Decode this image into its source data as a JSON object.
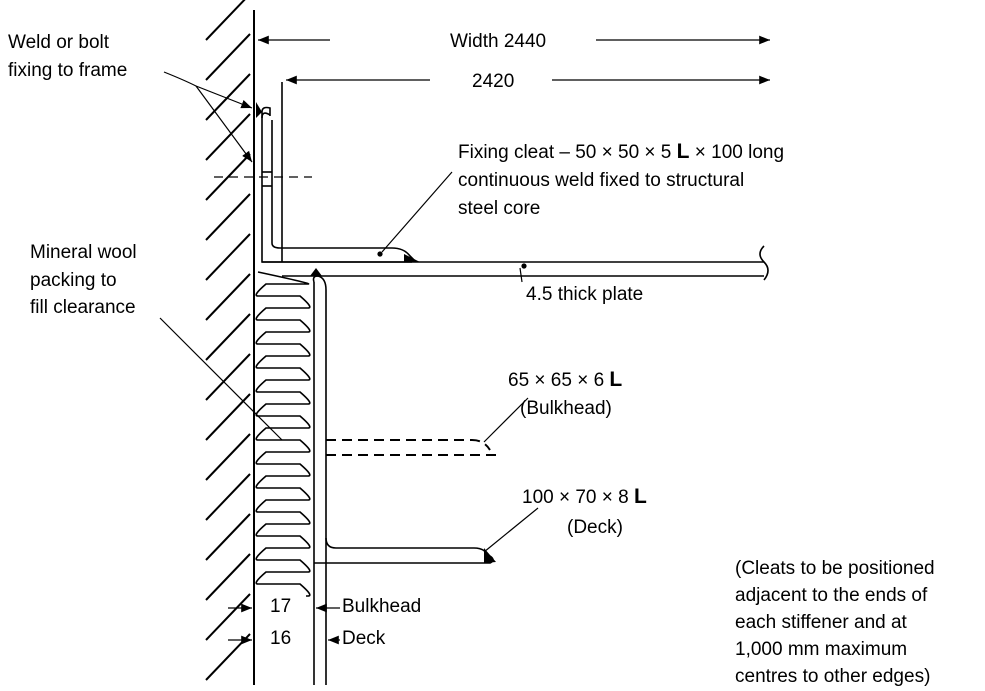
{
  "dimensions": {
    "width_label": "Width 2440",
    "inner_label": "2420",
    "bulkhead_value": "17",
    "bulkhead_label": "Bulkhead",
    "deck_value": "16",
    "deck_label": "Deck"
  },
  "labels": {
    "weld": [
      "Weld or bolt",
      "fixing to frame"
    ],
    "cleat": [
      "Fixing cleat – 50 × 50 × 5 ",
      "L",
      " × 100 long",
      "continuous weld fixed to structural",
      "steel core"
    ],
    "wool": [
      "Mineral wool",
      "packing to",
      "fill clearance"
    ],
    "plate": "4.5 thick plate",
    "bulkhead_angle": [
      "65 × 65 × 6 ",
      "L",
      "(Bulkhead)"
    ],
    "deck_angle": [
      "100 × 70 × 8 ",
      "L",
      "(Deck)"
    ],
    "note": [
      "(Cleats to be positioned",
      "adjacent to the ends of",
      "each stiffener and at",
      "1,000 mm maximum",
      "centres to other edges)"
    ]
  }
}
